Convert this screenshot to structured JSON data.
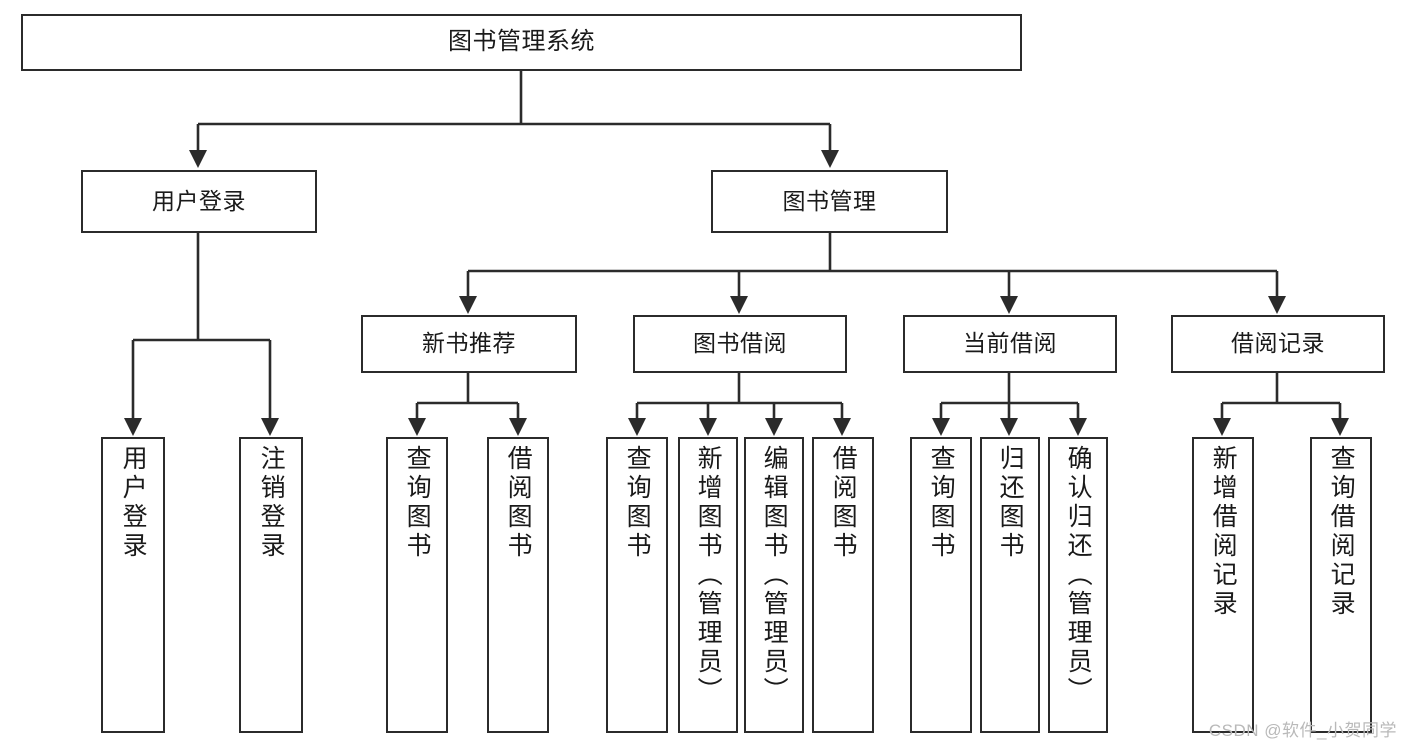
{
  "diagram": {
    "type": "tree",
    "title": "图书管理系统",
    "watermark": "CSDN @软件_小贺同学",
    "colors": {
      "stroke": "#2b2b2b",
      "fill": "#ffffff",
      "text": "#1a1a1a",
      "watermark": "#b9b9b9"
    },
    "levels": {
      "root": "图书管理系统",
      "level2": [
        "用户登录",
        "图书管理"
      ],
      "level3": [
        "新书推荐",
        "图书借阅",
        "当前借阅",
        "借阅记录"
      ]
    },
    "nodes": {
      "root": {
        "label": "图书管理系统"
      },
      "user_login": {
        "label": "用户登录"
      },
      "book_manage": {
        "label": "图书管理"
      },
      "new_book_rec": {
        "label": "新书推荐"
      },
      "book_borrow": {
        "label": "图书借阅"
      },
      "current_borrow": {
        "label": "当前借阅"
      },
      "borrow_record": {
        "label": "借阅记录"
      },
      "leaf_user_login": {
        "label": "用户登录"
      },
      "leaf_logout": {
        "label": "注销登录"
      },
      "leaf_query_book_1": {
        "label": "查询图书"
      },
      "leaf_borrow_book_1": {
        "label": "借阅图书"
      },
      "leaf_query_book_2": {
        "label": "查询图书"
      },
      "leaf_add_book": {
        "label": "新增图书（管理员）"
      },
      "leaf_edit_book": {
        "label": "编辑图书（管理员）"
      },
      "leaf_borrow_book_2": {
        "label": "借阅图书"
      },
      "leaf_query_book_3": {
        "label": "查询图书"
      },
      "leaf_return_book": {
        "label": "归还图书"
      },
      "leaf_confirm_return": {
        "label": "确认归还（管理员）"
      },
      "leaf_add_record": {
        "label": "新增借阅记录"
      },
      "leaf_query_record": {
        "label": "查询借阅记录"
      }
    },
    "edges": [
      {
        "from": "root",
        "to": "user_login"
      },
      {
        "from": "root",
        "to": "book_manage"
      },
      {
        "from": "user_login",
        "to": "leaf_user_login"
      },
      {
        "from": "user_login",
        "to": "leaf_logout"
      },
      {
        "from": "book_manage",
        "to": "new_book_rec"
      },
      {
        "from": "book_manage",
        "to": "book_borrow"
      },
      {
        "from": "book_manage",
        "to": "current_borrow"
      },
      {
        "from": "book_manage",
        "to": "borrow_record"
      },
      {
        "from": "new_book_rec",
        "to": "leaf_query_book_1"
      },
      {
        "from": "new_book_rec",
        "to": "leaf_borrow_book_1"
      },
      {
        "from": "book_borrow",
        "to": "leaf_query_book_2"
      },
      {
        "from": "book_borrow",
        "to": "leaf_add_book"
      },
      {
        "from": "book_borrow",
        "to": "leaf_edit_book"
      },
      {
        "from": "book_borrow",
        "to": "leaf_borrow_book_2"
      },
      {
        "from": "current_borrow",
        "to": "leaf_query_book_3"
      },
      {
        "from": "current_borrow",
        "to": "leaf_return_book"
      },
      {
        "from": "current_borrow",
        "to": "leaf_confirm_return"
      },
      {
        "from": "borrow_record",
        "to": "leaf_add_record"
      },
      {
        "from": "borrow_record",
        "to": "leaf_query_record"
      }
    ]
  }
}
